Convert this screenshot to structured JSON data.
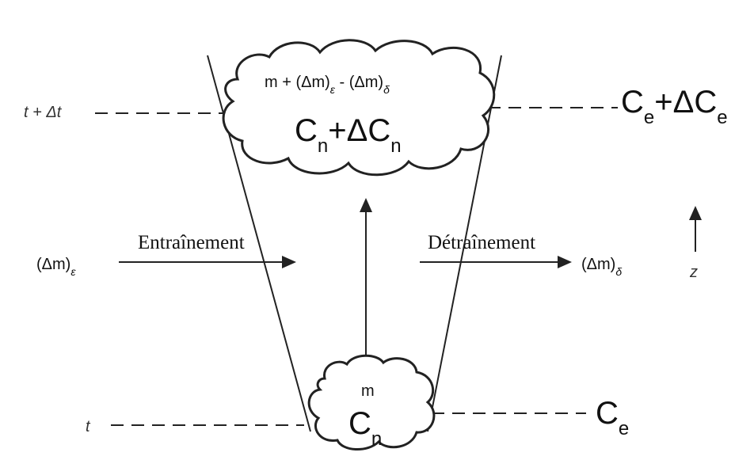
{
  "levels": {
    "upper": {
      "time_label": "t + Δt",
      "parcel_mass": "m + (Δm)",
      "entrain_sub": "ε",
      "minus": " - (Δm)",
      "detrain_sub": "δ",
      "parcel_conc_base": "C",
      "parcel_conc_sub": "n",
      "parcel_conc_plus": "+ΔC",
      "parcel_conc_plus_sub": "n",
      "env_conc_base": "C",
      "env_conc_sub": "e",
      "env_conc_plus": "+ΔC",
      "env_conc_plus_sub": "e"
    },
    "lower": {
      "time_label": "t",
      "parcel_mass": "m",
      "parcel_conc_base": "C",
      "parcel_conc_sub": "n",
      "env_conc_base": "C",
      "env_conc_sub": "e"
    }
  },
  "fluxes": {
    "entrainment_label": "Entraînement",
    "entrainment_var": "(Δm)",
    "entrainment_sub": "ε",
    "detrainment_label": "Détraînement",
    "detrainment_var": "(Δm)",
    "detrainment_sub": "δ"
  },
  "axis": {
    "label": "z"
  }
}
